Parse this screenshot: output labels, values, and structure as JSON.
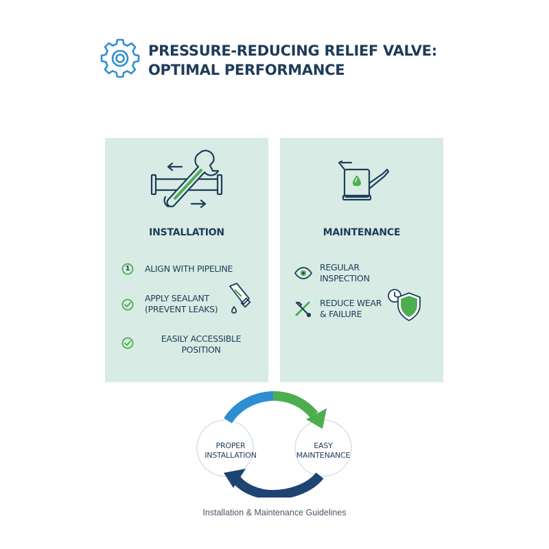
{
  "header": {
    "title_line1": "PRESSURE-REDUCING RELIEF VALVE:",
    "title_line2": "OPTIMAL PERFORMANCE",
    "icon": "gear-icon"
  },
  "installation": {
    "heading": "INSTALLATION",
    "hero_icon": "pipe-wrench-icon",
    "steps": [
      {
        "marker": "1",
        "line1": "ALIGN WITH PIPELINE",
        "line2": ""
      },
      {
        "marker": "check",
        "line1": "APPLY SEALANT",
        "line2": "(PREVENT LEAKS)"
      },
      {
        "marker": "check",
        "line1": "EASILY ACCESSIBLE",
        "line2": "POSITION"
      }
    ]
  },
  "maintenance": {
    "heading": "MAINTENANCE",
    "hero_icon": "oil-can-icon",
    "items": [
      {
        "icon": "eye-icon",
        "line1": "REGULAR",
        "line2": "INSPECTION"
      },
      {
        "icon": "tools-icon",
        "line1": "REDUCE WEAR",
        "line2": "& FAILURE"
      }
    ]
  },
  "cycle": {
    "left_line1": "PROPER",
    "left_line2": "INSTALLATION",
    "right_line1": "EASY",
    "right_line2": "MAINTENANCE"
  },
  "caption": "Installation & Maintenance Guidelines",
  "colors": {
    "navy": "#1d3c5a",
    "green": "#4cae4f",
    "blue": "#2d8ed1",
    "panel": "#d8ebe4"
  }
}
